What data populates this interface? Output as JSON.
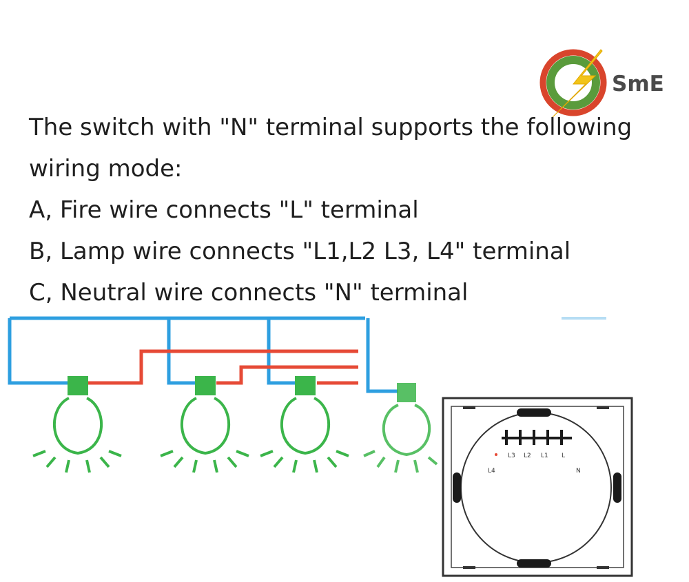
{
  "logo": {
    "text": "SmE"
  },
  "description": {
    "line1": "The switch with \"N\" terminal supports the following",
    "line2": "wiring mode:",
    "line3": "A, Fire wire connects \"L\" terminal",
    "line4": "B, Lamp wire connects \"L1,L2 L3, L4\" terminal",
    "line5": "C, Neutral wire connects \"N\" terminal"
  },
  "switch": {
    "terminal_labels": [
      "L3",
      "L2",
      "L1",
      "L"
    ],
    "left_label": "L4",
    "right_label": "N"
  },
  "colors": {
    "live_wire": "#e64a36",
    "neutral_wire": "#2e9fe0",
    "lamp": "#3bb54a",
    "logo_ring_red": "#d9452c",
    "logo_ring_green": "#5a9b3c",
    "logo_bolt": "#f2c418"
  }
}
